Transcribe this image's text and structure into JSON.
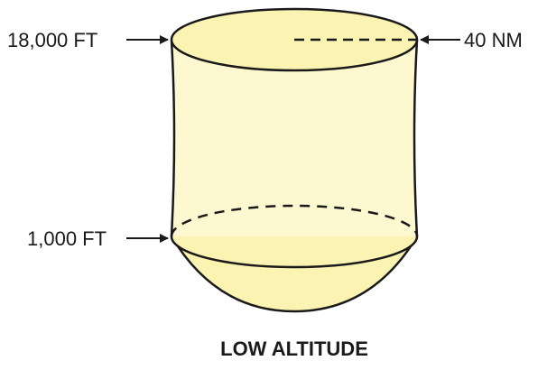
{
  "diagram": {
    "upper_limit_label": "18,000 FT",
    "lower_limit_label": "1,000 FT",
    "radius_label": "40 NM",
    "caption": "LOW ALTITUDE"
  },
  "colors": {
    "fill": "#fbf3b2",
    "fill_light": "#fdf8cf",
    "stroke": "#1a1a1a"
  }
}
